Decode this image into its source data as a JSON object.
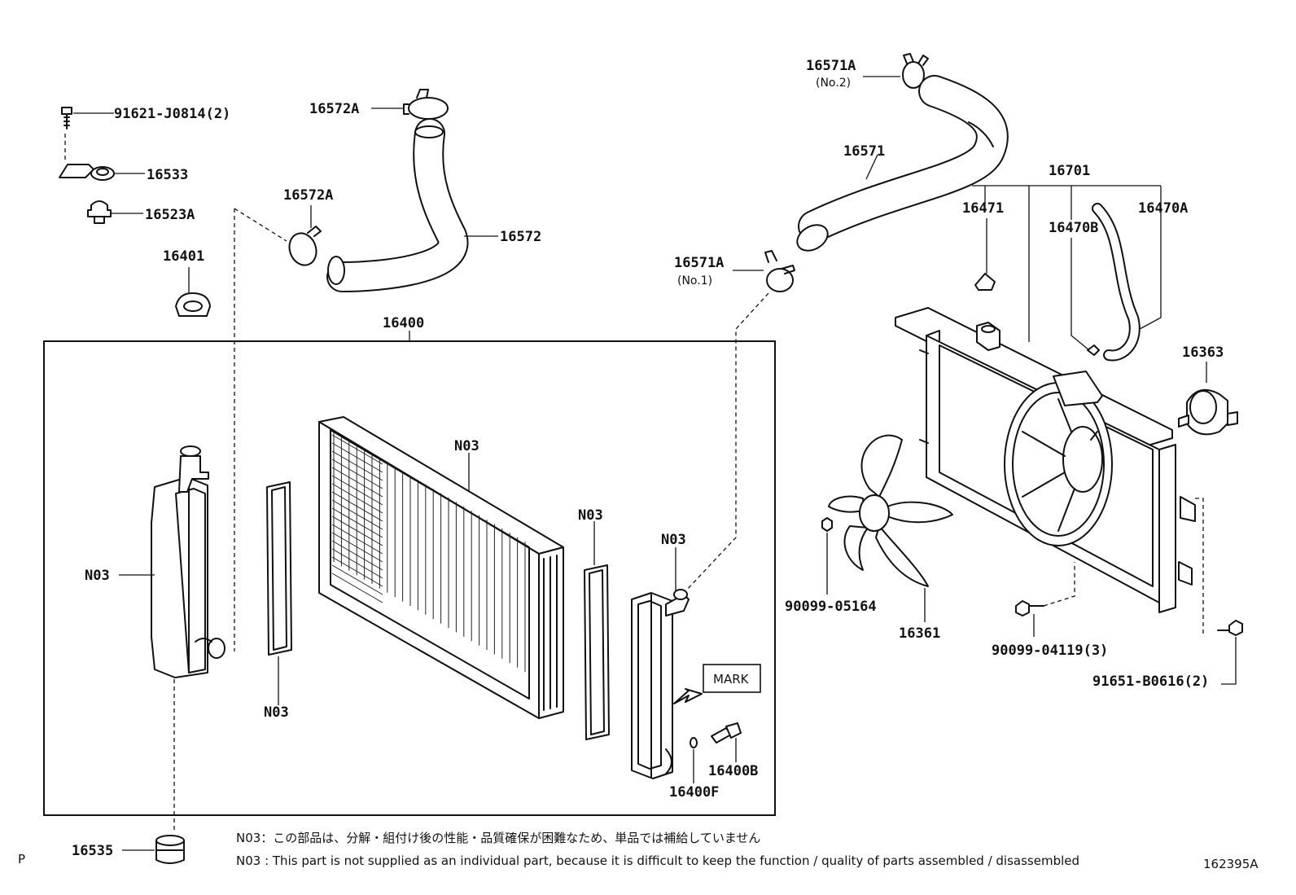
{
  "labels": {
    "p91621": "91621-J0814(2)",
    "p16533": "16533",
    "p16523A": "16523A",
    "p16401": "16401",
    "p16572A_top": "16572A",
    "p16572A_mid": "16572A",
    "p16572": "16572",
    "p16400": "16400",
    "p16571A_top": "16571A",
    "no2": "(No.2)",
    "p16571": "16571",
    "p16571A_low": "16571A",
    "no1": "(No.1)",
    "p16701": "16701",
    "p16471": "16471",
    "p16470B": "16470B",
    "p16470A": "16470A",
    "p16363": "16363",
    "p90099_05164": "90099-05164",
    "p16361": "16361",
    "p90099_04119": "90099-04119(3)",
    "p91651": "91651-B0616(2)",
    "n03_tank_left": "N03",
    "n03_gasket_left": "N03",
    "n03_core": "N03",
    "n03_gasket_right": "N03",
    "n03_tank_right": "N03",
    "mark": "MARK",
    "p16400B": "16400B",
    "p16400F": "16400F",
    "p16535": "16535"
  },
  "notes": {
    "jp": "N03：この部品は、分解・組付け後の性能・品質確保が困難なため、単品では補給していません",
    "en": "N03 : This part is not supplied as an individual part, because it is difficult to keep the function / quality of parts assembled / disassembled"
  },
  "corner": {
    "page_mark": "P",
    "figure_id": "162395A"
  }
}
